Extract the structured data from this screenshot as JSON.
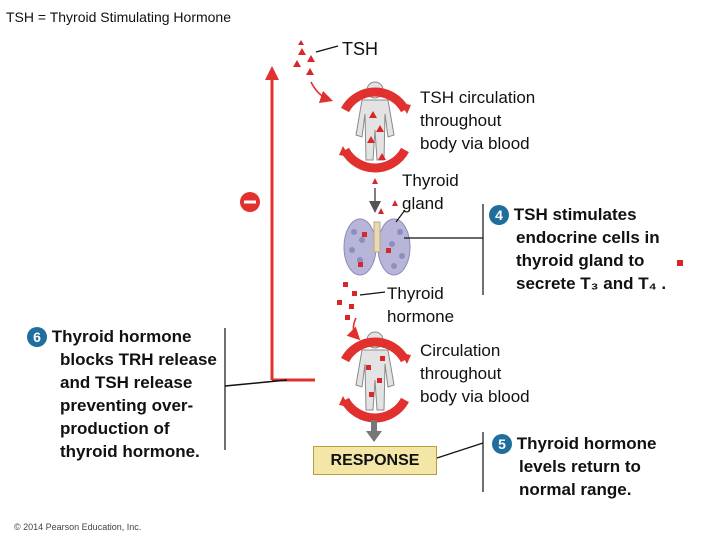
{
  "header": {
    "title": "TSH = Thyroid Stimulating Hormone"
  },
  "labels": {
    "tsh": "TSH",
    "circulation_1": [
      "TSH circulation",
      "throughout",
      "body via blood"
    ],
    "thyroid_gland": [
      "Thyroid",
      "gland"
    ],
    "thyroid_hormone": [
      "Thyroid",
      "hormone"
    ],
    "circulation_2": [
      "Circulation",
      "throughout",
      "body via blood"
    ],
    "response": "RESPONSE",
    "minus_sign": "–"
  },
  "steps": {
    "step4": {
      "number": "4",
      "lines": [
        "TSH stimulates",
        "endocrine cells in",
        "thyroid gland to",
        "secrete T₃ and T₄ ."
      ]
    },
    "step5": {
      "number": "5",
      "lines": [
        "Thyroid hormone",
        "levels return to",
        "normal range."
      ]
    },
    "step6": {
      "number": "6",
      "lines": [
        "Thyroid hormone",
        "blocks TRH release",
        "and TSH release",
        "preventing over-",
        "production of",
        "thyroid hormone."
      ]
    }
  },
  "footer": {
    "copyright": "© 2014 Pearson Education, Inc."
  },
  "colors": {
    "feedback_red": "#e0312f",
    "hormone_red": "#d8262b",
    "step_blue": "#1f6f9e",
    "response_fill": "#f4e6a6"
  }
}
